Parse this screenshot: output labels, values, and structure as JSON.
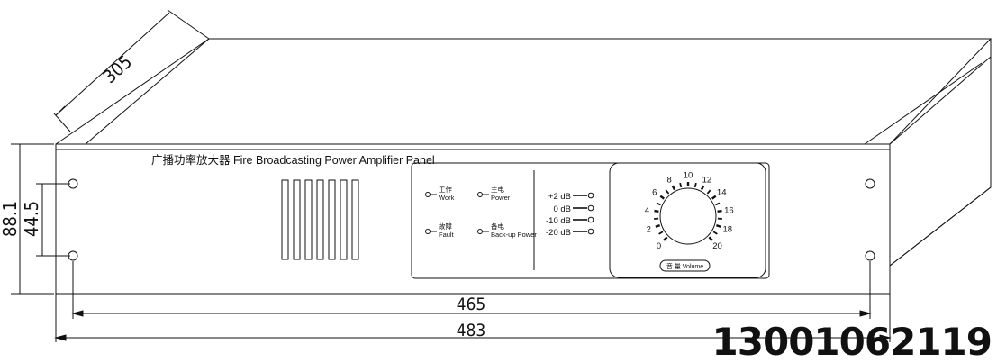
{
  "dimensions": {
    "depth": "305",
    "height": "88.1",
    "hole_spacing": "44.5",
    "inner_width": "465",
    "outer_width": "483"
  },
  "panel": {
    "title": "广播功率放大器 Fire Broadcasting Power Amplifier Panel",
    "indicators": [
      {
        "cn": "工作",
        "en": "Work"
      },
      {
        "cn": "主电",
        "en": "Power"
      },
      {
        "cn": "故障",
        "en": "Fault"
      },
      {
        "cn": "备电",
        "en": "Back-up Power"
      }
    ],
    "level_meter": [
      "+2 dB",
      "0 dB",
      "-10 dB",
      "-20 dB"
    ],
    "volume_scale": [
      "0",
      "2",
      "4",
      "6",
      "8",
      "10",
      "12",
      "14",
      "16",
      "18",
      "20"
    ],
    "volume_label": "音 量 Volume"
  },
  "phone": "13001062119",
  "colors": {
    "ink": "#111111",
    "background": "#ffffff"
  }
}
